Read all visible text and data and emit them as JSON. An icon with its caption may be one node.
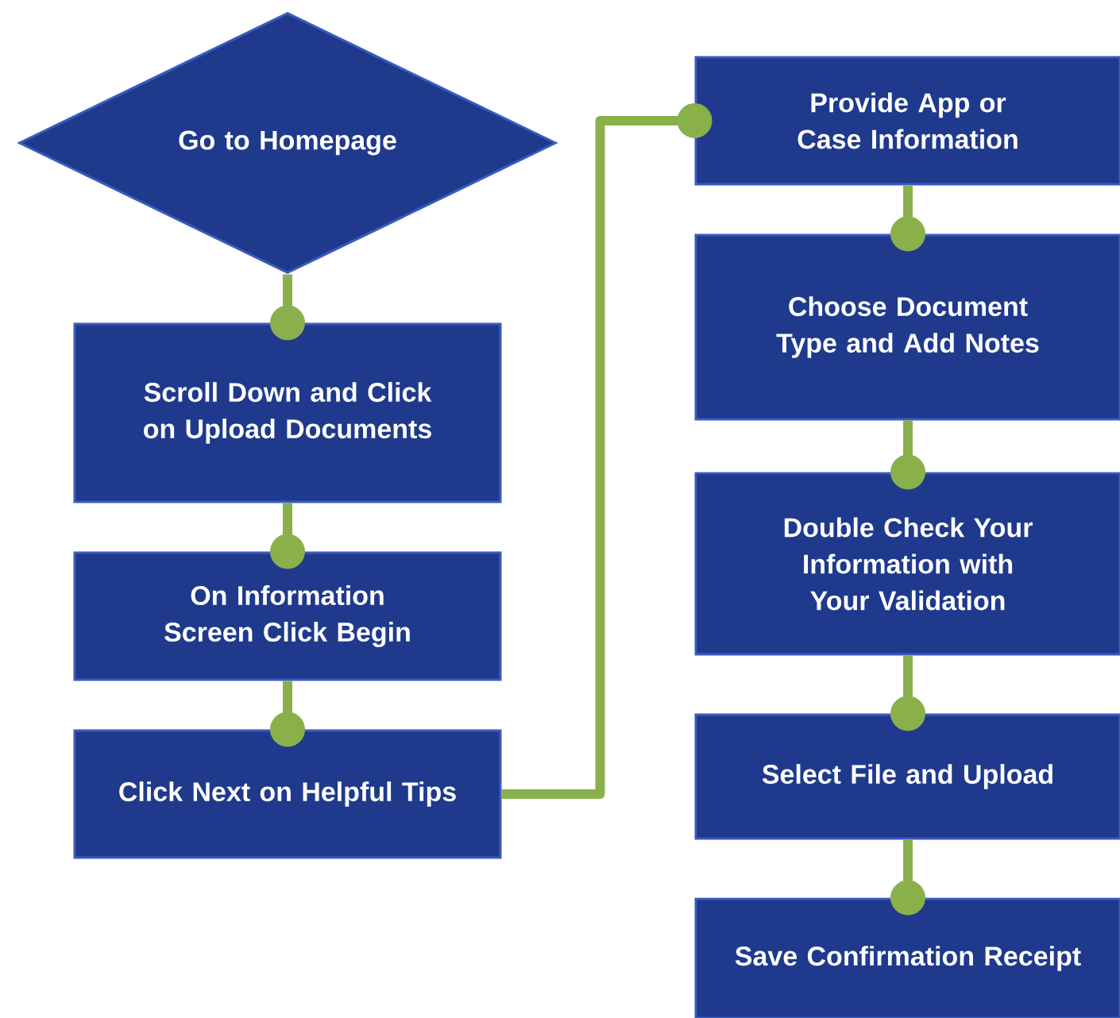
{
  "diagram": {
    "nodes": [
      {
        "text": [
          "Go to Homepage"
        ]
      },
      {
        "text": [
          "Scroll Down and Click on Upload Documents"
        ]
      },
      {
        "text": [
          "On Information Screen Click Begin"
        ]
      },
      {
        "text": [
          "Click Next on Helpful Tips"
        ]
      },
      {
        "text": [
          "Provide App or Case Information"
        ]
      },
      {
        "text": [
          "Choose Document Type and Add Notes"
        ]
      },
      {
        "text": [
          "Double Check Your Information with Your Validation"
        ]
      },
      {
        "text": [
          "Select File and Upload"
        ]
      },
      {
        "text": [
          "Save Confirmation Receipt"
        ]
      }
    ],
    "edges": [
      {
        "from": 0,
        "to": 1,
        "arrow": "other"
      },
      {
        "from": 1,
        "to": 2,
        "arrow": "other"
      },
      {
        "from": 2,
        "to": 3,
        "arrow": "other"
      },
      {
        "from": 3,
        "to": 4,
        "arrow": "other"
      },
      {
        "from": 4,
        "to": 5,
        "arrow": "other"
      },
      {
        "from": 5,
        "to": 6,
        "arrow": "other"
      },
      {
        "from": 6,
        "to": 7,
        "arrow": "other"
      },
      {
        "from": 7,
        "to": 8,
        "arrow": "other"
      }
    ]
  }
}
